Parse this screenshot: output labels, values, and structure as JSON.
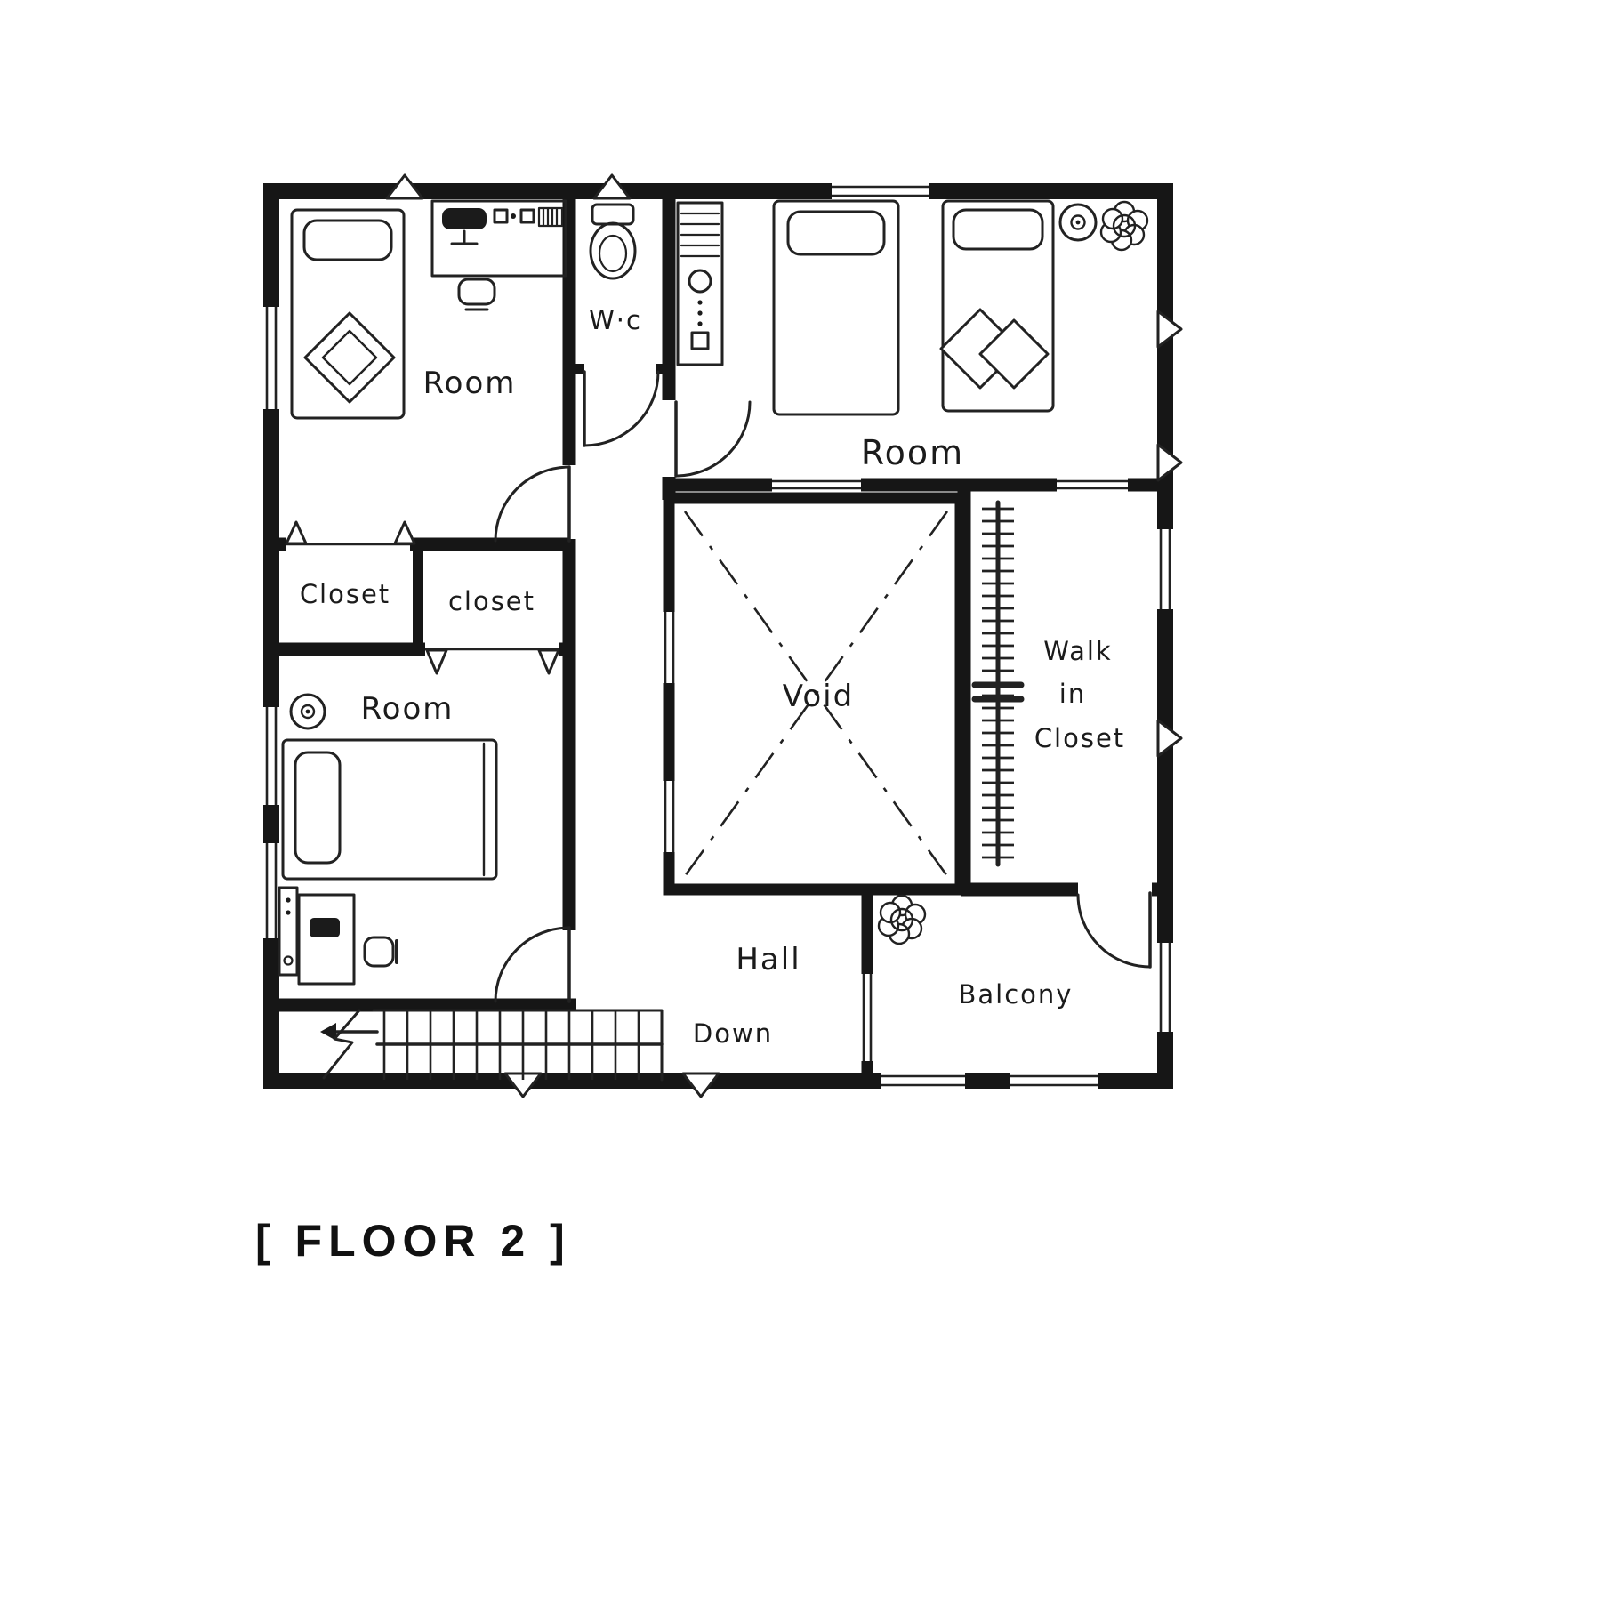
{
  "title": "[ FLOOR 2 ]",
  "colors": {
    "ink": "#1c1c1c",
    "background": "#ffffff"
  },
  "rooms": {
    "room_top_left": {
      "label": "Room"
    },
    "wc": {
      "label": "W·c"
    },
    "room_top_right": {
      "label": "Room"
    },
    "closet_left": {
      "label": "Closet"
    },
    "closet_right": {
      "label": "closet"
    },
    "room_mid_left": {
      "label": "Room"
    },
    "void": {
      "label": "Void"
    },
    "walk_in_closet": {
      "label_lines": [
        "Walk",
        "in",
        "Closet"
      ]
    },
    "hall": {
      "label": "Hall"
    },
    "stairs": {
      "label": "Down"
    },
    "balcony": {
      "label": "Balcony"
    }
  }
}
